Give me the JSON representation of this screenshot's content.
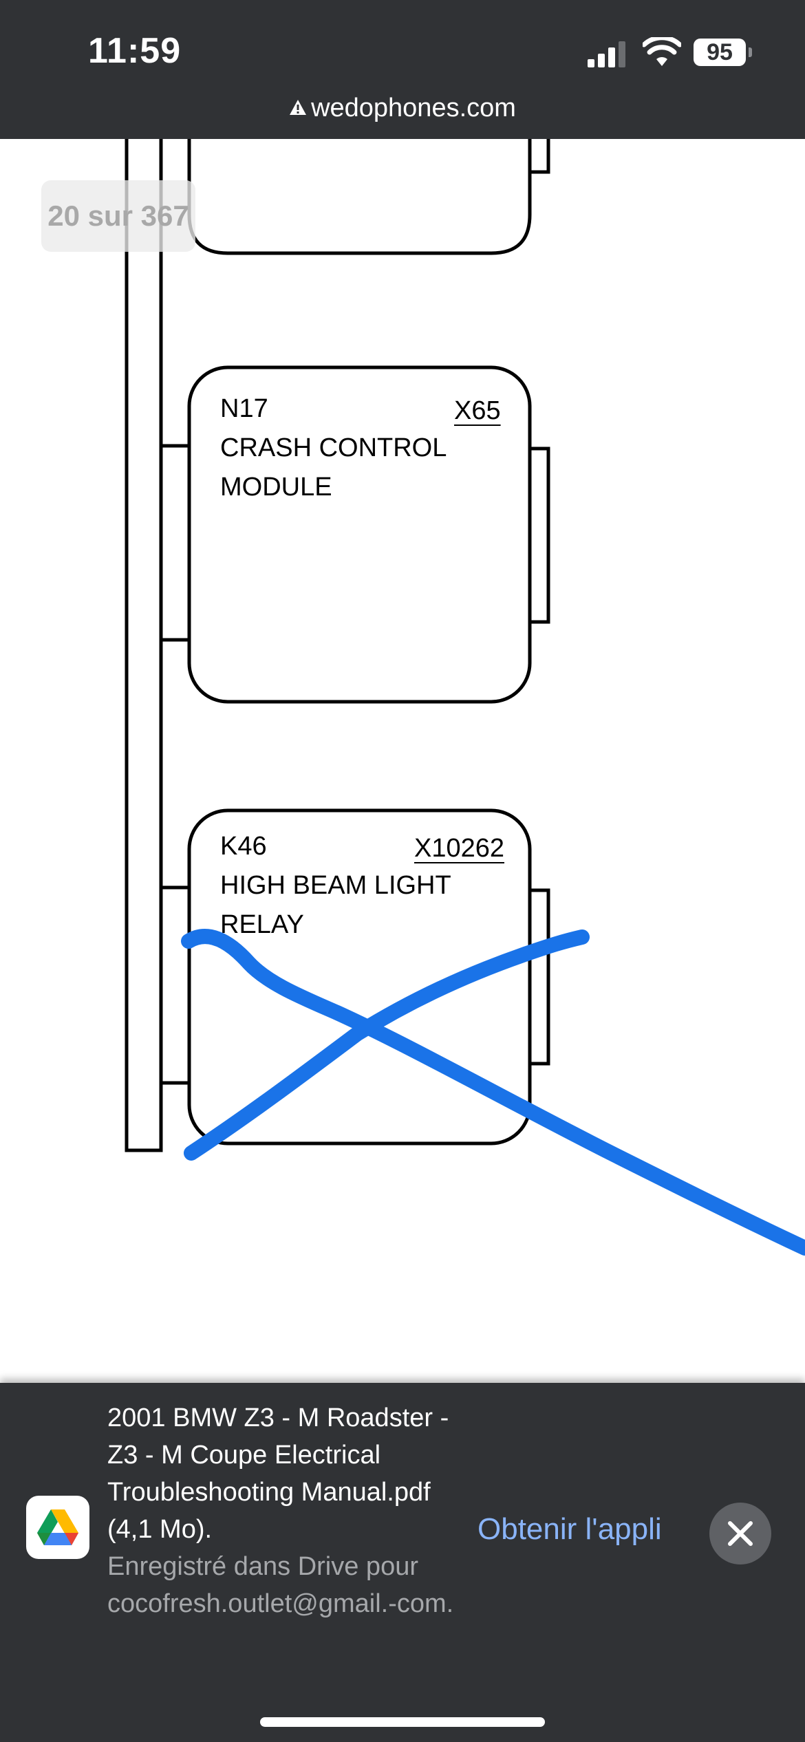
{
  "status_bar": {
    "time": "11:59",
    "battery_level": "95",
    "signal_icon": "cellular-signal-icon",
    "wifi_icon": "wifi-icon"
  },
  "url_bar": {
    "domain": "wedophones.com",
    "icon": "warning-icon"
  },
  "page_indicator": {
    "text": "20 sur 367"
  },
  "diagram": {
    "modules": [
      {
        "id": "N17",
        "connector": "X65",
        "name_lines": [
          "CRASH CONTROL",
          "MODULE"
        ]
      },
      {
        "id": "K46",
        "connector": "X10262",
        "name_lines": [
          "HIGH BEAM LIGHT",
          "RELAY"
        ]
      }
    ],
    "annotation_color": "#1a73e8"
  },
  "banner": {
    "file_info": "2001 BMW Z3 - M Roadster - Z3 - M Coupe Electrical Troubleshooting Manual.pdf (4,1 Mo).",
    "saved_info": "Enregistré dans Drive pour cocofresh.outlet@gmail.-com.",
    "get_app_label": "Obtenir l'appli",
    "app_icon": "google-drive-icon",
    "close_icon": "close-icon"
  }
}
